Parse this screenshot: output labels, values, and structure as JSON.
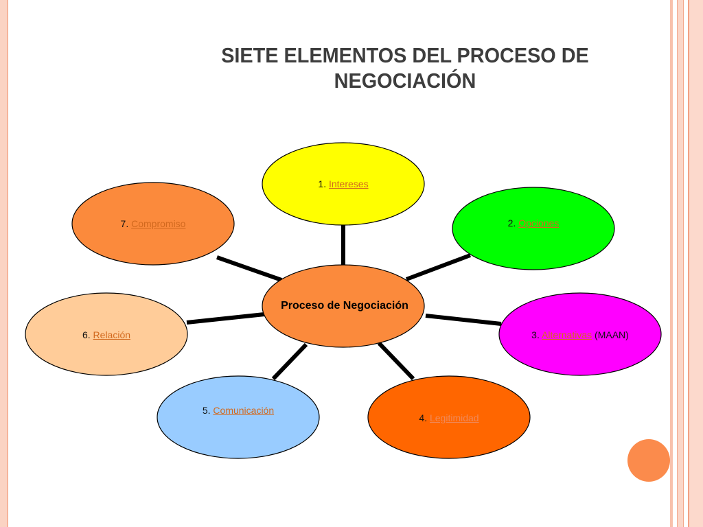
{
  "title_lines": [
    "SIETE ELEMENTOS DEL PROCESO DE",
    "NEGOCIACIÓN"
  ],
  "center": {
    "label": "Proceso de Negociación",
    "color": "#fb8a3c"
  },
  "nodes": [
    {
      "number": "1.",
      "link": "Intereses",
      "suffix": "",
      "color": "#ffff00",
      "link_color": "#d2691e"
    },
    {
      "number": "2.",
      "link": "Opciones",
      "suffix": "",
      "color": "#00ff00",
      "link_color": "#d2691e"
    },
    {
      "number": "3.",
      "link": "Alternativas",
      "suffix": "(MAAN)",
      "color": "#ff00ff",
      "link_color": "#d2691e"
    },
    {
      "number": "4.",
      "link": "Legitimidad",
      "suffix": "",
      "color": "#ff6600",
      "link_color": "#f08a5a"
    },
    {
      "number": "5.",
      "link": "Comunicación",
      "suffix": "",
      "color": "#99ccff",
      "link_color": "#d2691e"
    },
    {
      "number": "6.",
      "link": "Relación",
      "suffix": "",
      "color": "#ffcc99",
      "link_color": "#d2691e"
    },
    {
      "number": "7.",
      "link": "Compromiso",
      "suffix": "",
      "color": "#fb8a3c",
      "link_color": "#d2691e"
    }
  ]
}
